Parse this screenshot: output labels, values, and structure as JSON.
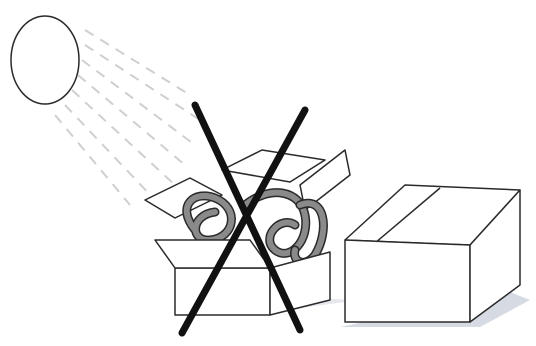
{
  "diagram": {
    "colors": {
      "background": "#ffffff",
      "outline": "#2a2a2a",
      "sun_rays": "#cfcfcf",
      "shadow": "#c9cdd6",
      "cable": "#7a7a7a",
      "cable_outline": "#2a2a2a",
      "cross": "#111111"
    },
    "elements": [
      "sun-icon",
      "sun-rays",
      "open-box-with-cable",
      "prohibition-cross",
      "closed-box"
    ]
  }
}
